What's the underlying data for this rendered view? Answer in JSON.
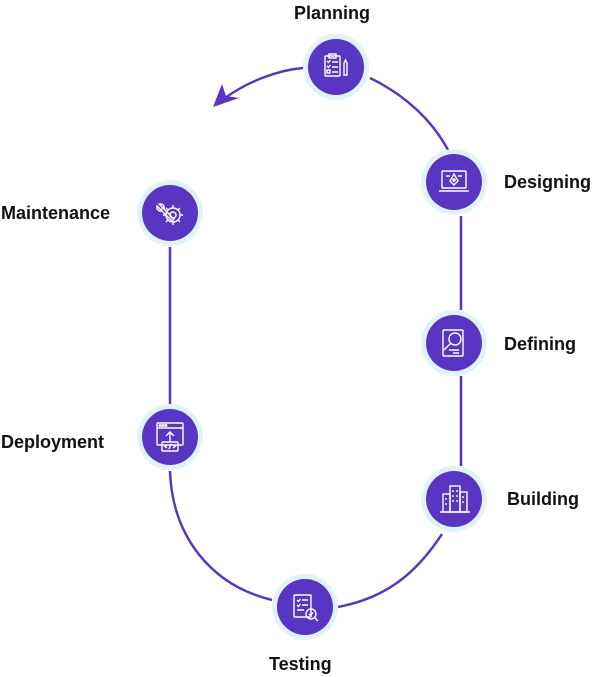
{
  "title": "Software development life cycle",
  "colors": {
    "accent": "#5a34c2",
    "ring": "#e2f2fa",
    "line": "#5a34c2"
  },
  "stages": [
    {
      "label": "Planning",
      "icon": "clipboard-checklist-icon"
    },
    {
      "label": "Designing",
      "icon": "laptop-pen-tool-icon"
    },
    {
      "label": "Defining",
      "icon": "document-magnifier-icon"
    },
    {
      "label": "Building",
      "icon": "buildings-icon"
    },
    {
      "label": "Testing",
      "icon": "checklist-search-icon"
    },
    {
      "label": "Deployment",
      "icon": "browser-upload-code-icon"
    },
    {
      "label": "Maintenance",
      "icon": "wrench-gear-icon"
    }
  ]
}
